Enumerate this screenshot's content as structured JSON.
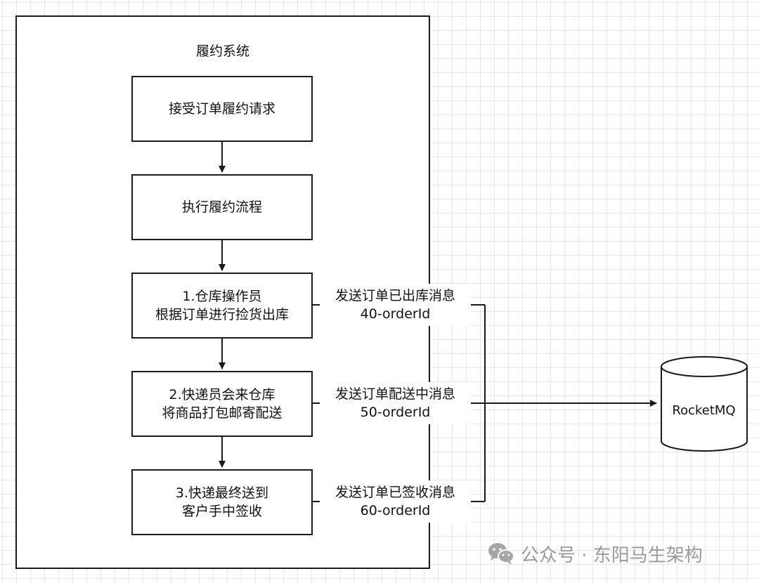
{
  "system": {
    "title": "履约系统"
  },
  "steps": [
    {
      "lines": [
        "接受订单履约请求"
      ]
    },
    {
      "lines": [
        "执行履约流程"
      ]
    },
    {
      "lines": [
        "1.仓库操作员",
        "根据订单进行捡货出库"
      ]
    },
    {
      "lines": [
        "2.快递员会来仓库",
        "将商品打包邮寄配送"
      ]
    },
    {
      "lines": [
        "3.快递最终送到",
        "客户手中签收"
      ]
    }
  ],
  "messages": [
    {
      "lines": [
        "发送订单已出库消息",
        "40-orderId"
      ]
    },
    {
      "lines": [
        "发送订单配送中消息",
        "50-orderId"
      ]
    },
    {
      "lines": [
        "发送订单已签收消息",
        "60-orderId"
      ]
    }
  ],
  "queue": {
    "label": "RocketMQ"
  },
  "watermark": {
    "icon": "wechat-icon",
    "text": "公众号 · 东阳马生架构"
  },
  "colors": {
    "line": "#1a1a1a",
    "grid": "#e6e6e6",
    "watermark": "#9a9a9a"
  }
}
